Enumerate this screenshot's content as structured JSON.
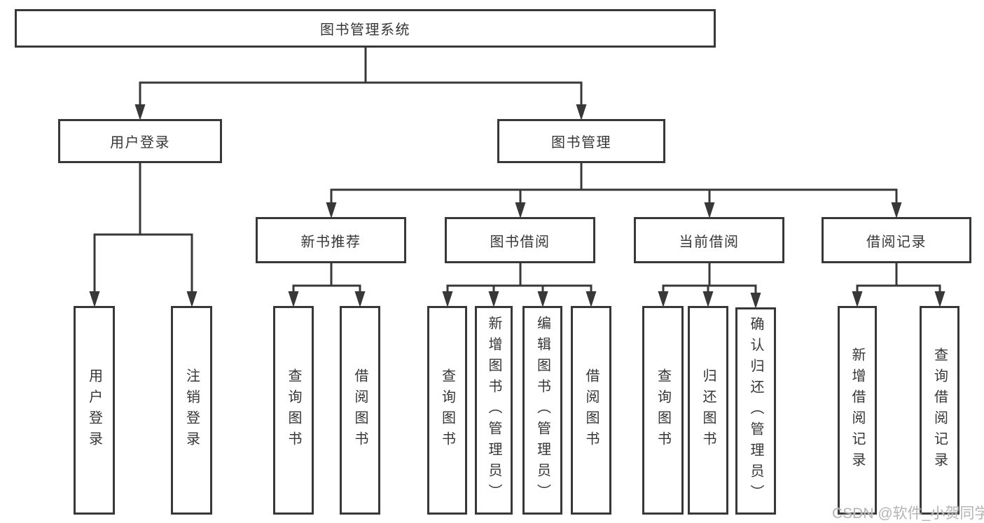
{
  "watermark": {
    "text": "CSDN @软件_小贺同学"
  },
  "colors": {
    "line": "#383838",
    "text": "#363636",
    "box_fill": "#ffffff",
    "background": "#ffffff",
    "watermark": "#b4b4b4"
  },
  "diagram": {
    "type": "tree",
    "root": {
      "id": "system",
      "label": "图书管理系统",
      "children": [
        {
          "id": "user-login",
          "label": "用户登录",
          "children": [
            {
              "id": "user-login-action",
              "label": "用户登录"
            },
            {
              "id": "logout-action",
              "label": "注销登录"
            }
          ]
        },
        {
          "id": "book-management",
          "label": "图书管理",
          "children": [
            {
              "id": "new-book-recommendation",
              "label": "新书推荐",
              "children": [
                {
                  "id": "query-books-a",
                  "label": "查询图书"
                },
                {
                  "id": "borrow-books-a",
                  "label": "借阅图书"
                }
              ]
            },
            {
              "id": "book-borrowing",
              "label": "图书借阅",
              "children": [
                {
                  "id": "query-books-b",
                  "label": "查询图书"
                },
                {
                  "id": "add-books-admin",
                  "label": "新增图书（管理员）"
                },
                {
                  "id": "edit-books-admin",
                  "label": "编辑图书（管理员）"
                },
                {
                  "id": "borrow-books-b",
                  "label": "借阅图书"
                }
              ]
            },
            {
              "id": "current-borrowing",
              "label": "当前借阅",
              "children": [
                {
                  "id": "query-books-c",
                  "label": "查询图书"
                },
                {
                  "id": "return-books",
                  "label": "归还图书"
                },
                {
                  "id": "confirm-return-admin",
                  "label": "确认归还（管理员）"
                }
              ]
            },
            {
              "id": "borrowing-records",
              "label": "借阅记录",
              "children": [
                {
                  "id": "add-borrow-record",
                  "label": "新增借阅记录"
                },
                {
                  "id": "query-borrow-record",
                  "label": "查询借阅记录"
                }
              ]
            }
          ]
        }
      ]
    }
  }
}
